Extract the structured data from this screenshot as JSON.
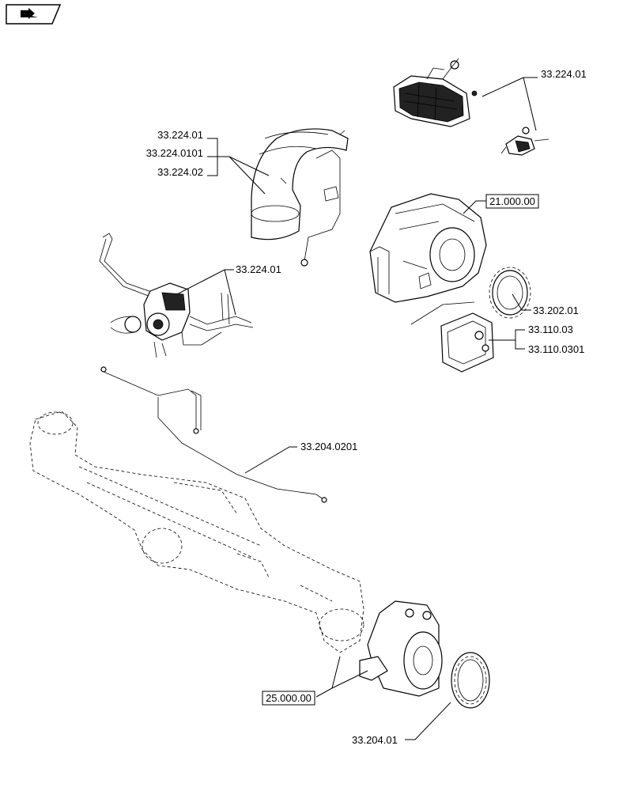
{
  "nav_button": {
    "icon": "back-arrow-icon"
  },
  "callouts": {
    "c33_224_01_top": "33.224.01",
    "c33_224_01_fender": "33.224.01",
    "c33_224_0101": "33.224.0101",
    "c33_224_02": "33.224.02",
    "c33_224_01_comp": "33.224.01",
    "c21_000_00": "21.000.00",
    "c33_202_01": "33.202.01",
    "c33_110_03": "33.110.03",
    "c33_110_0301": "33.110.0301",
    "c33_204_0201": "33.204.0201",
    "c25_000_00": "25.000.00",
    "c33_204_01": "33.204.01"
  }
}
